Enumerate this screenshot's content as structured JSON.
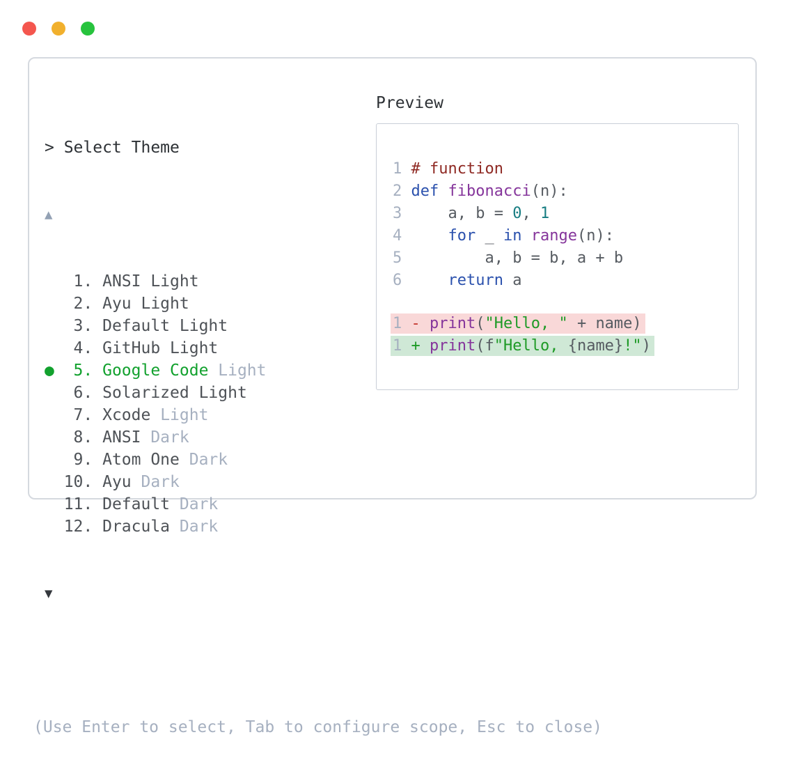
{
  "window_controls": {
    "close_color": "#f4564e",
    "minimize_color": "#f1b02d",
    "maximize_color": "#27c33d"
  },
  "theme_picker": {
    "prompt": "> Select Theme",
    "scroll_up": "▲",
    "scroll_down": "▼",
    "selected_item": "Google Code Light",
    "items": [
      {
        "num": "1",
        "name": "ANSI Light",
        "suffix": "",
        "selected": false
      },
      {
        "num": "2",
        "name": "Ayu Light",
        "suffix": "",
        "selected": false
      },
      {
        "num": "3",
        "name": "Default Light",
        "suffix": "",
        "selected": false
      },
      {
        "num": "4",
        "name": "GitHub Light",
        "suffix": "",
        "selected": false
      },
      {
        "num": "5",
        "name": "Google Code",
        "suffix": "Light",
        "selected": true
      },
      {
        "num": "6",
        "name": "Solarized Light",
        "suffix": "",
        "selected": false
      },
      {
        "num": "7",
        "name": "Xcode",
        "suffix": "Light",
        "selected": false
      },
      {
        "num": "8",
        "name": "ANSI",
        "suffix": "Dark",
        "selected": false
      },
      {
        "num": "9",
        "name": "Atom One",
        "suffix": "Dark",
        "selected": false
      },
      {
        "num": "10",
        "name": "Ayu",
        "suffix": "Dark",
        "selected": false
      },
      {
        "num": "11",
        "name": "Default",
        "suffix": "Dark",
        "selected": false
      },
      {
        "num": "12",
        "name": "Dracula",
        "suffix": "Dark",
        "selected": false
      }
    ],
    "help_text": "(Use Enter to select, Tab to configure scope, Esc to close)"
  },
  "preview": {
    "title": "Preview",
    "code_lines": [
      {
        "ln": "1",
        "tokens": [
          [
            "cm",
            "# function"
          ]
        ]
      },
      {
        "ln": "2",
        "tokens": [
          [
            "kw",
            "def"
          ],
          [
            "pl",
            " "
          ],
          [
            "fn",
            "fibonacci"
          ],
          [
            "pl",
            "(n):"
          ]
        ]
      },
      {
        "ln": "3",
        "tokens": [
          [
            "pl",
            "    a, b = "
          ],
          [
            "num",
            "0"
          ],
          [
            "pl",
            ", "
          ],
          [
            "num",
            "1"
          ]
        ]
      },
      {
        "ln": "4",
        "tokens": [
          [
            "pl",
            "    "
          ],
          [
            "kw",
            "for"
          ],
          [
            "pl",
            " _ "
          ],
          [
            "kw",
            "in"
          ],
          [
            "pl",
            " "
          ],
          [
            "fn",
            "range"
          ],
          [
            "pl",
            "(n):"
          ]
        ]
      },
      {
        "ln": "5",
        "tokens": [
          [
            "pl",
            "        a, b = b, a + b"
          ]
        ]
      },
      {
        "ln": "6",
        "tokens": [
          [
            "pl",
            "    "
          ],
          [
            "kw",
            "return"
          ],
          [
            "pl",
            " a"
          ]
        ]
      }
    ],
    "diff_lines": [
      {
        "ln": "1",
        "kind": "removed",
        "tokens": [
          [
            "minus",
            "-"
          ],
          [
            "pl",
            " "
          ],
          [
            "fn",
            "print"
          ],
          [
            "pl",
            "("
          ],
          [
            "str",
            "\"Hello, \""
          ],
          [
            "pl",
            " + name)"
          ]
        ]
      },
      {
        "ln": "1",
        "kind": "added",
        "tokens": [
          [
            "plus",
            "+"
          ],
          [
            "pl",
            " "
          ],
          [
            "fn",
            "print"
          ],
          [
            "pl",
            "(f"
          ],
          [
            "str",
            "\"Hello, "
          ],
          [
            "pl",
            "{name}"
          ],
          [
            "str",
            "!\""
          ],
          [
            "pl",
            ")"
          ]
        ]
      }
    ]
  },
  "colors": {
    "selected_green": "#12a12e",
    "dim": "#a6b0c0",
    "comment": "#8f2a24",
    "keyword": "#2b51ad",
    "function": "#85359b",
    "number": "#177d82",
    "string": "#1e9a26",
    "plain": "#565b61",
    "minus": "#c4342c",
    "plus": "#1e9a26",
    "removed_bg": "#f9d8d8",
    "added_bg": "#cfe8d6"
  }
}
